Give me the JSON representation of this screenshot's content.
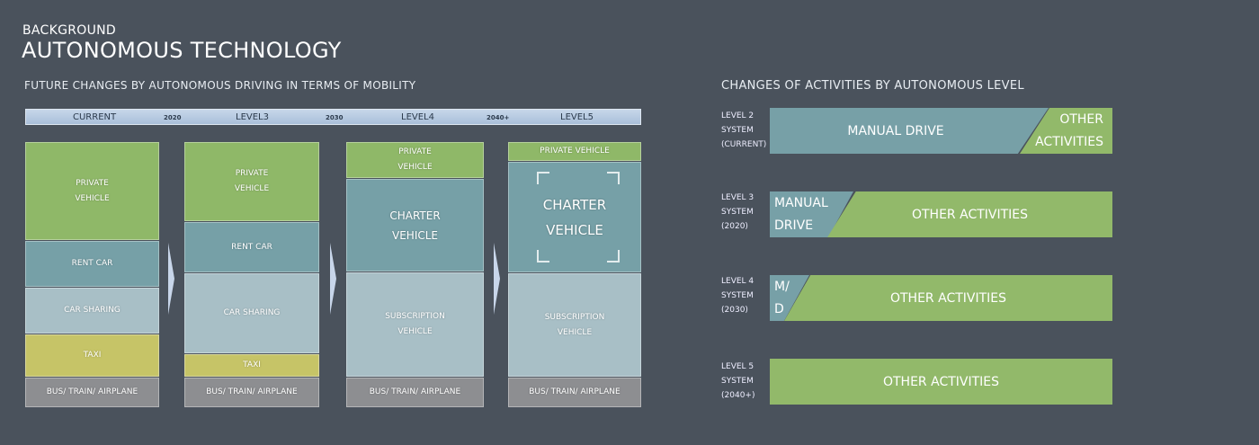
{
  "header": {
    "section": "BACKGROUND",
    "title": "AUTONOMOUS TECHNOLOGY"
  },
  "left": {
    "title": "FUTURE CHANGES BY AUTONOMOUS DRIVING IN TERMS OF MOBILITY",
    "timeline": {
      "stages": [
        "CURRENT",
        "LEVEL3",
        "LEVEL4",
        "LEVEL5"
      ],
      "years": [
        "2020",
        "2030",
        "2040+"
      ]
    },
    "columns": [
      {
        "segments": [
          "PRIVATE VEHICLE",
          "RENT CAR",
          "CAR SHARING",
          "TAXI",
          "BUS/ TRAIN/ AIRPLANE"
        ]
      },
      {
        "segments": [
          "PRIVATE VEHICLE",
          "RENT CAR",
          "CAR SHARING",
          "TAXI",
          "BUS/ TRAIN/ AIRPLANE"
        ]
      },
      {
        "segments": [
          "PRIVATE VEHICLE",
          "CHARTER VEHICLE",
          "SUBSCRIPTION VEHICLE",
          "BUS/ TRAIN/ AIRPLANE"
        ]
      },
      {
        "segments": [
          "PRIVATE  VEHICLE",
          "CHARTER VEHICLE",
          "SUBSCRIPTION VEHICLE",
          "BUS/ TRAIN/ AIRPLANE"
        ]
      }
    ]
  },
  "right": {
    "title": "CHANGES OF ACTIVITIES BY AUTONOMOUS LEVEL",
    "rows": [
      {
        "l1": "LEVEL 2",
        "l2": "SYSTEM",
        "l3": "(CURRENT)",
        "manual": "MANUAL  DRIVE",
        "other": "OTHER ACTIVITIES"
      },
      {
        "l1": "LEVEL 3",
        "l2": "SYSTEM",
        "l3": "(2020)",
        "manual": "MANUAL DRIVE",
        "other": "OTHER ACTIVITIES"
      },
      {
        "l1": "LEVEL 4",
        "l2": "SYSTEM",
        "l3": "(2030)",
        "manual": "M/ D",
        "other": "OTHER ACTIVITIES"
      },
      {
        "l1": "LEVEL 5",
        "l2": "SYSTEM",
        "l3": "(2040+)",
        "manual": "",
        "other": "OTHER ACTIVITIES"
      }
    ]
  }
}
